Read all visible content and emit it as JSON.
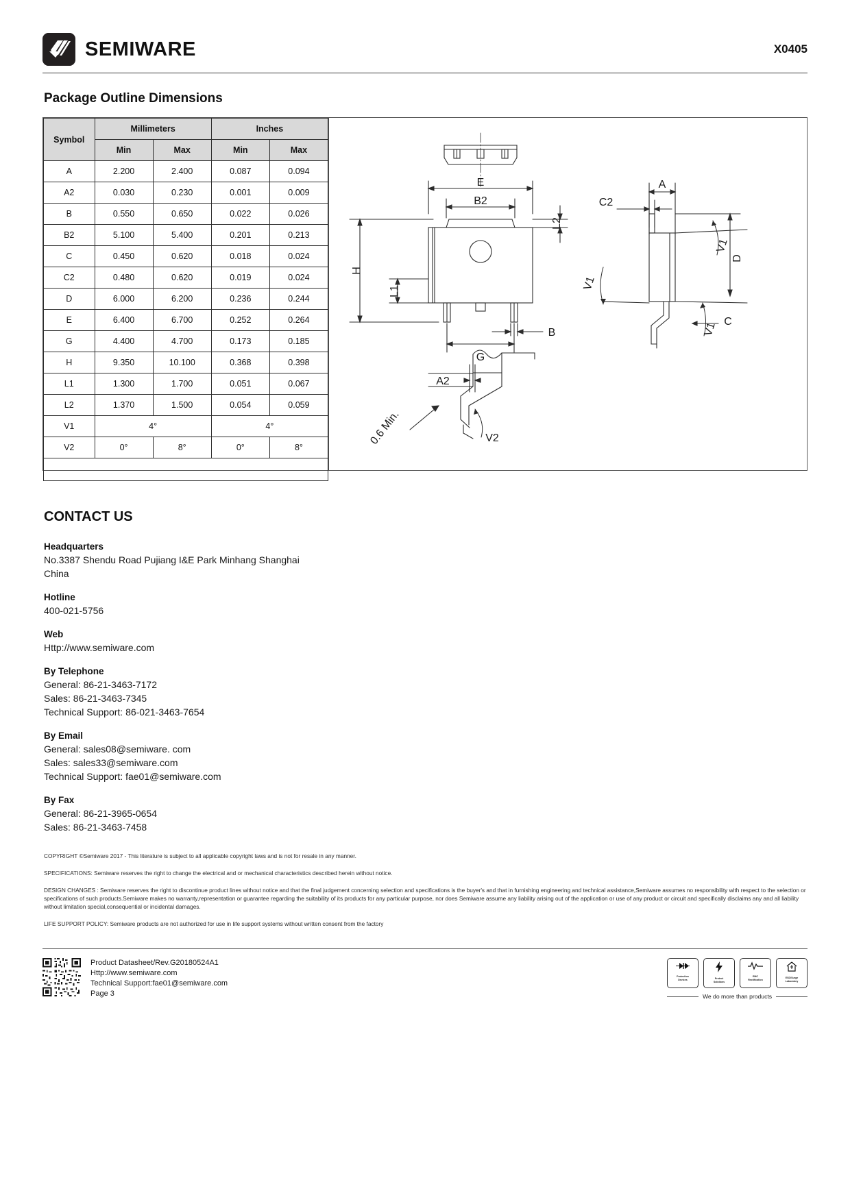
{
  "header": {
    "brand_name": "SEMIWARE",
    "doc_code": "X0405"
  },
  "section": {
    "title": "Package Outline Dimensions"
  },
  "dimensions_table": {
    "symbol_header": "Symbol",
    "group_headers": [
      "Millimeters",
      "Inches"
    ],
    "sub_headers": [
      "Min",
      "Max",
      "Min",
      "Max"
    ],
    "rows": [
      {
        "symbol": "A",
        "mm_min": "2.200",
        "mm_max": "2.400",
        "in_min": "0.087",
        "in_max": "0.094"
      },
      {
        "symbol": "A2",
        "mm_min": "0.030",
        "mm_max": "0.230",
        "in_min": "0.001",
        "in_max": "0.009"
      },
      {
        "symbol": "B",
        "mm_min": "0.550",
        "mm_max": "0.650",
        "in_min": "0.022",
        "in_max": "0.026"
      },
      {
        "symbol": "B2",
        "mm_min": "5.100",
        "mm_max": "5.400",
        "in_min": "0.201",
        "in_max": "0.213"
      },
      {
        "symbol": "C",
        "mm_min": "0.450",
        "mm_max": "0.620",
        "in_min": "0.018",
        "in_max": "0.024"
      },
      {
        "symbol": "C2",
        "mm_min": "0.480",
        "mm_max": "0.620",
        "in_min": "0.019",
        "in_max": "0.024"
      },
      {
        "symbol": "D",
        "mm_min": "6.000",
        "mm_max": "6.200",
        "in_min": "0.236",
        "in_max": "0.244"
      },
      {
        "symbol": "E",
        "mm_min": "6.400",
        "mm_max": "6.700",
        "in_min": "0.252",
        "in_max": "0.264"
      },
      {
        "symbol": "G",
        "mm_min": "4.400",
        "mm_max": "4.700",
        "in_min": "0.173",
        "in_max": "0.185"
      },
      {
        "symbol": "H",
        "mm_min": "9.350",
        "mm_max": "10.100",
        "in_min": "0.368",
        "in_max": "0.398"
      },
      {
        "symbol": "L1",
        "mm_min": "1.300",
        "mm_max": "1.700",
        "in_min": "0.051",
        "in_max": "0.067"
      },
      {
        "symbol": "L2",
        "mm_min": "1.370",
        "mm_max": "1.500",
        "in_min": "0.054",
        "in_max": "0.059"
      }
    ],
    "angle_rows": [
      {
        "symbol": "V1",
        "mm_span": "4°",
        "in_span": "4°"
      }
    ],
    "v2_row": {
      "symbol": "V2",
      "mm_min": "0°",
      "mm_max": "8°",
      "in_min": "0°",
      "in_max": "8°"
    }
  },
  "drawing": {
    "labels": {
      "E": "E",
      "B2": "B2",
      "H": "H",
      "L1": "L1",
      "L2": "L2",
      "G": "G",
      "B": "B",
      "A": "A",
      "A2": "A2",
      "C": "C",
      "C2": "C2",
      "D": "D",
      "V1_a": "V1",
      "V1_b": "V1",
      "V1_c": "V1",
      "V2": "V2",
      "min_note": "0.6 Min."
    }
  },
  "contact": {
    "title": "CONTACT US",
    "groups": [
      {
        "heading": "Headquarters",
        "lines": [
          "No.3387 Shendu Road Pujiang I&E Park Minhang Shanghai",
          "China"
        ]
      },
      {
        "heading": "Hotline",
        "lines": [
          "400-021-5756"
        ]
      },
      {
        "heading": "Web",
        "lines": [
          "Http://www.semiware.com"
        ]
      },
      {
        "heading": "By Telephone",
        "lines": [
          "General: 86-21-3463-7172",
          "Sales: 86-21-3463-7345",
          "Technical Support: 86-021-3463-7654"
        ]
      },
      {
        "heading": "By Email",
        "lines": [
          "General: sales08@semiware. com",
          "Sales: sales33@semiware.com",
          "Technical Support: fae01@semiware.com"
        ]
      },
      {
        "heading": "By Fax",
        "lines": [
          "General: 86-21-3965-0654",
          "Sales: 86-21-3463-7458"
        ]
      }
    ]
  },
  "legal": {
    "paragraphs": [
      "COPYRIGHT ©Semiware 2017 - This literature is subject to all applicable copyright laws and is not for resale in any manner.",
      "SPECIFICATIONS: Semiware reserves the right to change the electrical and or mechanical characteristics described herein without notice.",
      "DESIGN CHANGES : Semiware reserves the right to discontinue product lines without notice and that the final judgement concerning selection and specifications is the buyer's and that in furnishing engineering and technical assistance,Semiware assumes no responsibility with respect to the selection or specifications of such products.Semiware makes no warranty,representation or guarantee regarding the suitability of its products for any particular purpose, nor does Semiware assume any liability arising out of the application or use of any product or circuit and specifically disclaims any and all liability without limitation special,consequential or incidental damages.",
      "LIFE SUPPORT POLICY: Semiware products are not authorized for use in life support systems without written consent from the factory"
    ]
  },
  "footer": {
    "lines": [
      "Product Datasheet/Rev.G20180524A1",
      "Http://www.semiware.com",
      "Technical Support:fae01@semiware.com",
      "Page 3"
    ],
    "certs": [
      {
        "label": "Protection\nDevices",
        "icon": "diode-icon"
      },
      {
        "label": "Protect\nSolutions",
        "icon": "lightning-icon"
      },
      {
        "label": "EMC\nRectification",
        "icon": "waveform-icon"
      },
      {
        "label": "ESD/Surge\nLaboratory",
        "icon": "house-icon"
      }
    ],
    "tagline": "We do more than products"
  }
}
